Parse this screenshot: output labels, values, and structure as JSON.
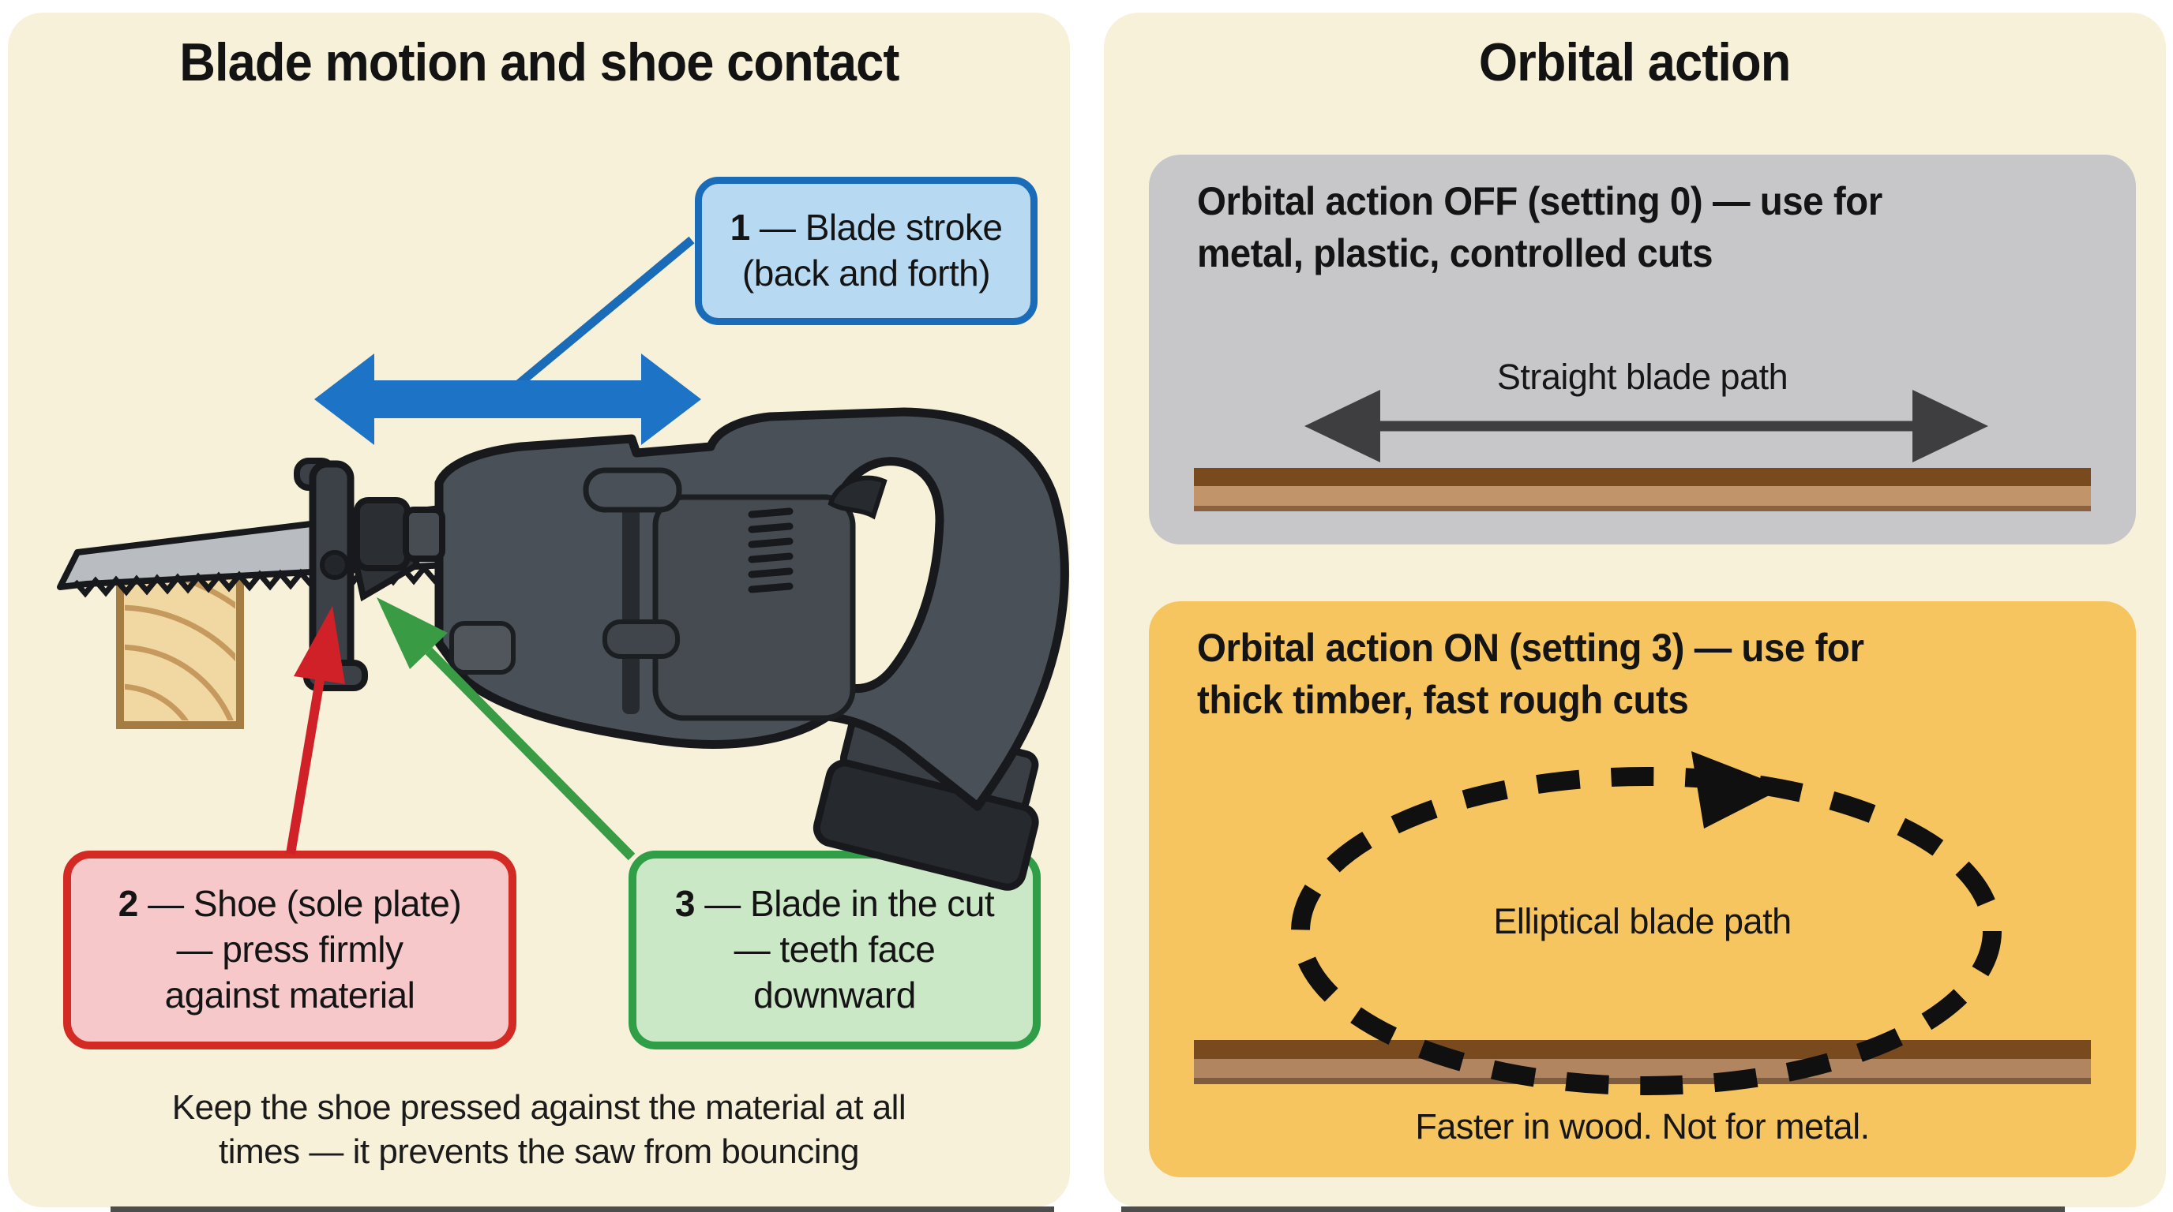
{
  "figure": {
    "left_panel": {
      "title": "Blade motion and shoe contact",
      "callout_blade_stroke": {
        "num": "1",
        "label": " — Blade stroke",
        "line2": "(back and forth)"
      },
      "callout_shoe": {
        "num": "2",
        "label": " — Shoe (sole plate)",
        "line2": "— press firmly",
        "line3": "against material"
      },
      "callout_blade_cut": {
        "num": "3",
        "label": " — Blade in the cut",
        "line2": "— teeth face",
        "line3": "downward"
      },
      "note_line1": "Keep the shoe pressed against the material at all",
      "note_line2": "times — it prevents the saw from bouncing"
    },
    "right_panel": {
      "title": "Orbital action",
      "orbital_off": {
        "heading_line1": "Orbital action OFF (setting 0) — use for",
        "heading_line2": "metal, plastic, controlled cuts",
        "path_label": "Straight blade path"
      },
      "orbital_on": {
        "heading_line1": "Orbital action ON (setting 3) — use for",
        "heading_line2": "thick timber, fast rough cuts",
        "path_label": "Elliptical blade path",
        "note": "Faster in wood. Not for metal."
      }
    },
    "colors": {
      "page_bg": "#ffffff",
      "panel_bg": "#f8f1da",
      "blue_arrow": "#1d73c5",
      "blue_callout_fill": "#b8d9f2",
      "blue_callout_border": "#1a6cb8",
      "red_callout_fill": "#f7c8c9",
      "red_callout_border": "#d32b24",
      "red_arrow": "#cf2127",
      "green_callout_fill": "#cae7c6",
      "green_callout_border": "#2f9e47",
      "green_arrow": "#3a9b45",
      "gray_box_bg": "#c7c7c9",
      "straight_arrow": "#3e3e40",
      "orange_box_bg": "#f6c55f",
      "workpiece_bar_dark": "#7a4a1f",
      "workpiece_bar_light": "#c2946a",
      "saw_body": "#4a5058",
      "saw_blade": "#b9bdc1",
      "wood_block": "#f1d7a2"
    }
  }
}
